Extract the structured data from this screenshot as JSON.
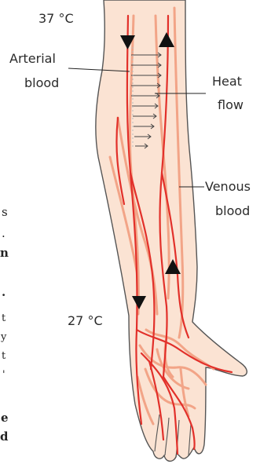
{
  "labels": {
    "temp_top": "37 °C",
    "temp_bottom": "27 °C",
    "arterial_line1": "Arterial",
    "arterial_line2": "blood",
    "heat_line1": "Heat",
    "heat_line2": "flow",
    "venous_line1": "Venous",
    "venous_line2": "blood"
  },
  "page_edge_text": [
    "s",
    ".",
    "n",
    ".",
    "t",
    "y",
    "t",
    "'",
    "e",
    "d"
  ],
  "colors": {
    "skin_fill": "#fbe3d3",
    "skin_outline": "#555555",
    "artery": "#e2302a",
    "vein_pale": "#f2a487",
    "arrow": "#111111"
  }
}
